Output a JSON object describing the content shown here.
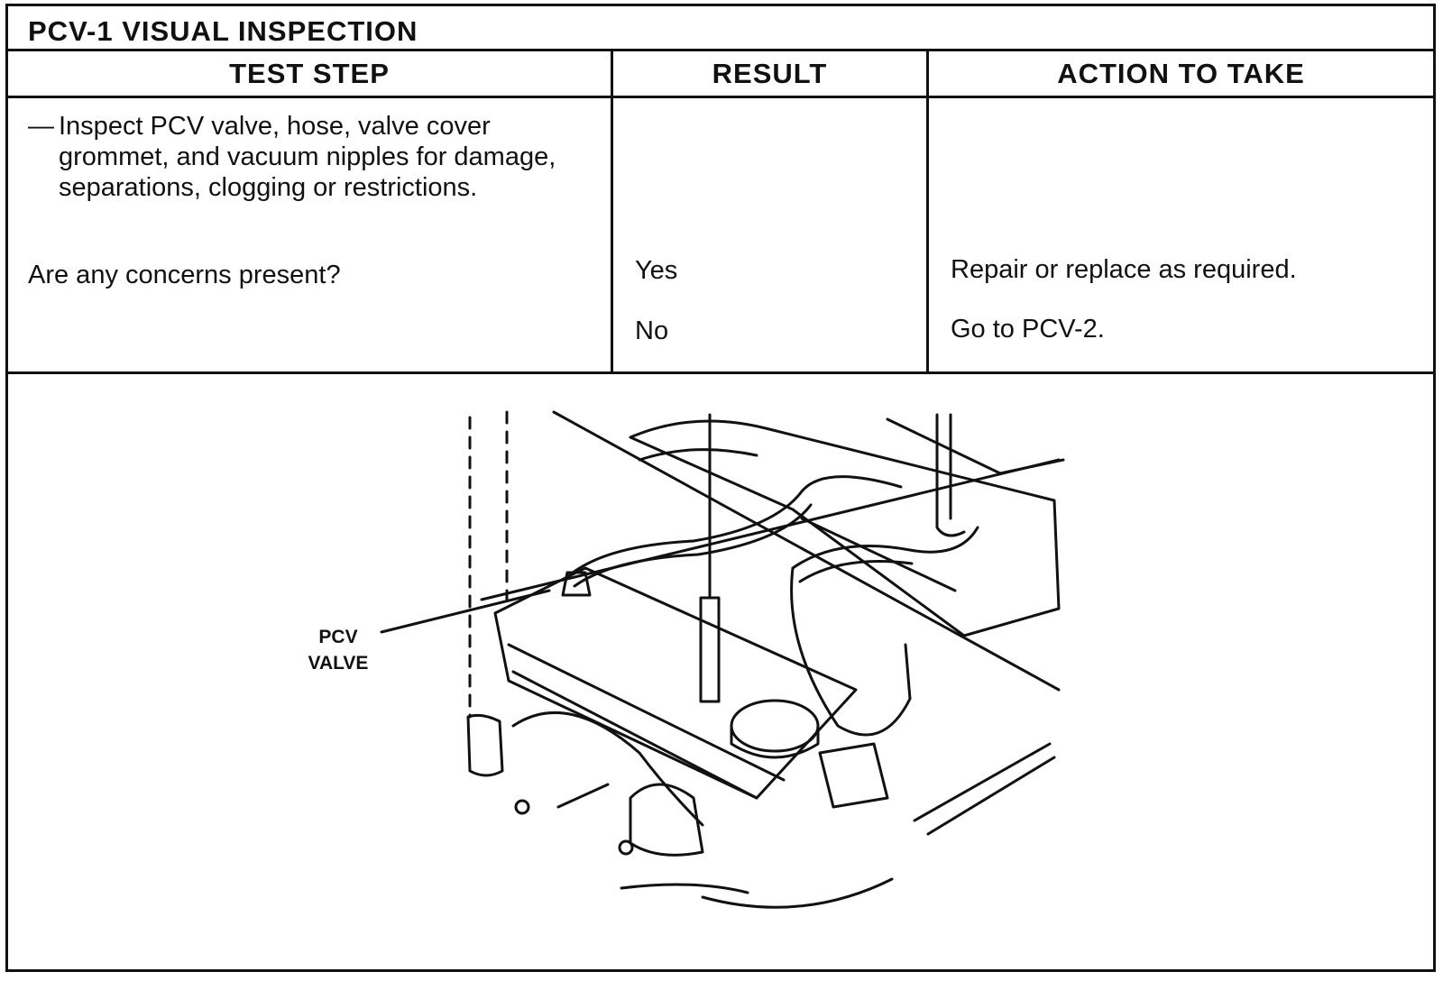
{
  "title": "PCV-1   VISUAL INSPECTION",
  "columns": {
    "test_step": "TEST STEP",
    "result": "RESULT",
    "action": "ACTION TO TAKE"
  },
  "test_step": {
    "dash": "—",
    "instruction": "Inspect PCV valve, hose, valve cover grommet, and vacuum nipples for damage, separations, clogging or restrictions.",
    "question": "Are any concerns present?"
  },
  "results": [
    {
      "result": "Yes",
      "action": "Repair or replace as required."
    },
    {
      "result": "No",
      "action": "Go to PCV-2."
    }
  ],
  "figure": {
    "callout_line1": "PCV",
    "callout_line2": "VALVE"
  }
}
